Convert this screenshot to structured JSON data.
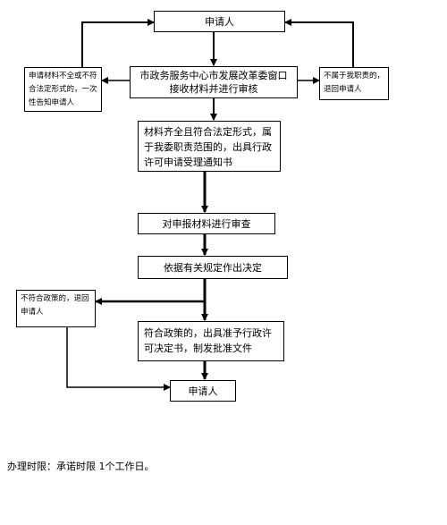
{
  "flow": {
    "applicant_top": "申请人",
    "receive": "市政务服务中心市发展改革委窗口接收材料并进行审核",
    "incomplete": "申请材料不全或不符合法定形式的，一次性告知申请人",
    "not_in_scope": "不属于我职责的，退回申请人",
    "accepted": "材料齐全且符合法定形式，属于我委职责范围的，出具行政许可申请受理通知书",
    "review": "对申报材料进行审查",
    "decide": "依据有关规定作出决定",
    "not_comply": "不符合政策的，退回申请人",
    "comply": "符合政策的，出具准予行政许可决定书，制发批准文件",
    "applicant_bottom": "申请人"
  },
  "footer": {
    "time_limit": "办理时限：承诺时限 1个工作日。"
  }
}
